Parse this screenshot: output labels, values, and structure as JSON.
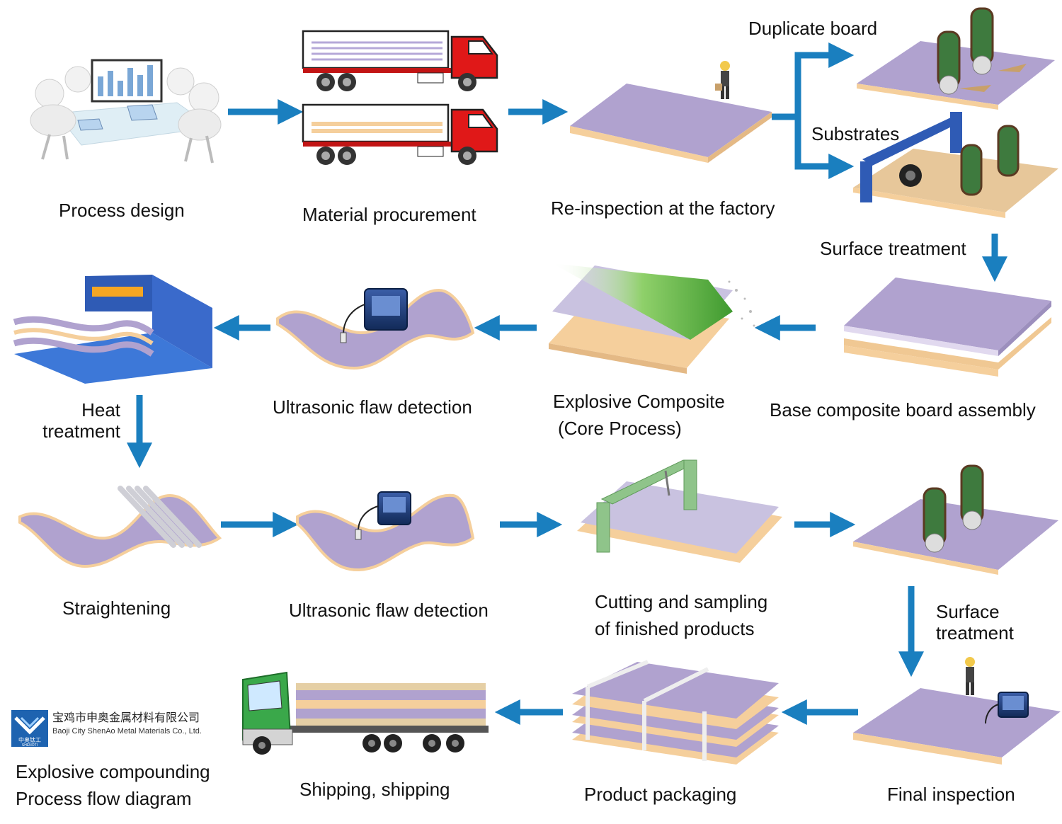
{
  "steps": {
    "process_design": "Process design",
    "material_procurement": "Material procurement",
    "reinspection": "Re-inspection at the factory",
    "duplicate_board": "Duplicate board",
    "substrates": "Substrates",
    "surface_treatment_1": "Surface treatment",
    "base_assembly": "Base composite board assembly",
    "explosive_line1": "Explosive Composite",
    "explosive_line2": "(Core Process)",
    "ultrasonic_1": "Ultrasonic flaw detection",
    "heat_line1": "Heat",
    "heat_line2": "treatment",
    "straightening": "Straightening",
    "ultrasonic_2": "Ultrasonic flaw detection",
    "cutting_line1": "Cutting and sampling",
    "cutting_line2": "of finished products",
    "surface_2_line1": "Surface",
    "surface_2_line2": "treatment",
    "final_inspection": "Final inspection",
    "packaging": "Product packaging",
    "shipping": "Shipping, shipping"
  },
  "company": {
    "name_cn": "宝鸡市申奥金属材料有限公司",
    "name_en": "Baoji City ShenAo Metal Materials Co., Ltd.",
    "logo_text": "中奥钛工",
    "logo_sub": "SHENOTI"
  },
  "diagram_title": {
    "line1": "Explosive compounding",
    "line2": "Process flow diagram"
  },
  "colors": {
    "arrow": "#1a7fbf",
    "plate_top": "#b0a2cf",
    "plate_base": "#f5cf9c",
    "truck_red": "#e01818",
    "truck_green": "#3aa84a",
    "detector_blue": "#1b4f8f",
    "gantry_blue": "#2f5bb5",
    "gantry_green": "#8fc48a",
    "logo_blue": "#1e63b0"
  }
}
